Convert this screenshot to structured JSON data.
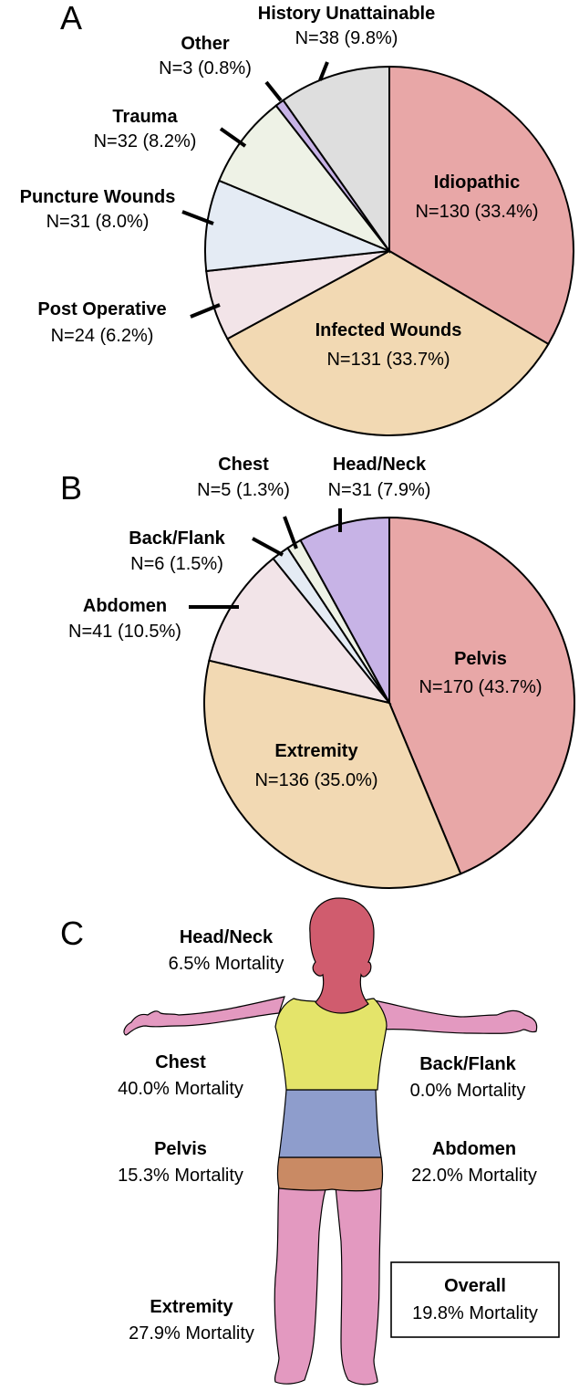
{
  "panels": {
    "a": "A",
    "b": "B",
    "c": "C"
  },
  "chart_data": [
    {
      "type": "pie",
      "panel": "A",
      "slices": [
        {
          "label": "Idiopathic",
          "value": 130,
          "text": "N=130 (33.4%)",
          "color": "#e8a7a7"
        },
        {
          "label": "Infected Wounds",
          "value": 131,
          "text": "N=131 (33.7%)",
          "color": "#f2d9b3"
        },
        {
          "label": "Post Operative",
          "value": 24,
          "text": "N=24 (6.2%)",
          "color": "#f2e4e8"
        },
        {
          "label": "Puncture Wounds",
          "value": 31,
          "text": "N=31 (8.0%)",
          "color": "#e4ebf4"
        },
        {
          "label": "Trauma",
          "value": 32,
          "text": "N=32 (8.2%)",
          "color": "#eef2e6"
        },
        {
          "label": "Other",
          "value": 3,
          "text": "N=3 (0.8%)",
          "color": "#c7b3e6"
        },
        {
          "label": "History Unattainable",
          "value": 38,
          "text": "N=38 (9.8%)",
          "color": "#dedede"
        }
      ]
    },
    {
      "type": "pie",
      "panel": "B",
      "slices": [
        {
          "label": "Pelvis",
          "value": 170,
          "text": "N=170 (43.7%)",
          "color": "#e8a7a7"
        },
        {
          "label": "Extremity",
          "value": 136,
          "text": "N=136 (35.0%)",
          "color": "#f2d9b3"
        },
        {
          "label": "Abdomen",
          "value": 41,
          "text": "N=41 (10.5%)",
          "color": "#f2e4e8"
        },
        {
          "label": "Back/Flank",
          "value": 6,
          "text": "N=6 (1.5%)",
          "color": "#e4ebf4"
        },
        {
          "label": "Chest",
          "value": 5,
          "text": "N=5 (1.3%)",
          "color": "#eef2e6"
        },
        {
          "label": "Head/Neck",
          "value": 31,
          "text": "N=31 (7.9%)",
          "color": "#c7b3e6"
        }
      ]
    },
    {
      "type": "diagram",
      "panel": "C",
      "regions": [
        {
          "label": "Head/Neck",
          "text": "6.5% Mortality",
          "mortality": 6.5,
          "color": "#d05c6e"
        },
        {
          "label": "Chest",
          "text": "40.0% Mortality",
          "mortality": 40.0,
          "color": "#e4e46a"
        },
        {
          "label": "Back/Flank",
          "text": "0.0% Mortality",
          "mortality": 0.0
        },
        {
          "label": "Pelvis",
          "text": "15.3% Mortality",
          "mortality": 15.3,
          "color": "#c98a64"
        },
        {
          "label": "Abdomen",
          "text": "22.0% Mortality",
          "mortality": 22.0,
          "color": "#8e9dcc"
        },
        {
          "label": "Extremity",
          "text": "27.9% Mortality",
          "mortality": 27.9,
          "color": "#e399c0"
        }
      ],
      "overall": {
        "label": "Overall",
        "text": "19.8% Mortality",
        "mortality": 19.8
      }
    }
  ]
}
